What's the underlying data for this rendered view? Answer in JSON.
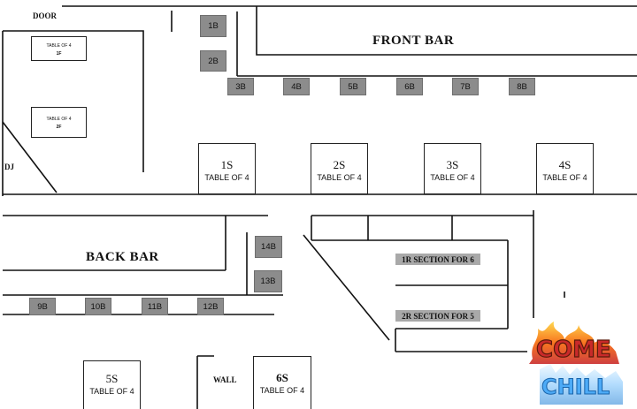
{
  "labels": {
    "door": "DOOR",
    "dj": "DJ",
    "front_bar": "FRONT BAR",
    "back_bar": "BACK BAR",
    "wall": "WALL"
  },
  "dj_tables": [
    {
      "name": "TABLE OF 4",
      "code": "1F"
    },
    {
      "name": "TABLE OF 4",
      "code": "2F"
    }
  ],
  "bar_stools": [
    "1B",
    "2B",
    "3B",
    "4B",
    "5B",
    "6B",
    "7B",
    "8B",
    "9B",
    "10B",
    "11B",
    "12B",
    "13B",
    "14B"
  ],
  "tables": [
    {
      "name": "1S",
      "sub": "TABLE OF 4"
    },
    {
      "name": "2S",
      "sub": "TABLE OF 4"
    },
    {
      "name": "3S",
      "sub": "TABLE OF 4"
    },
    {
      "name": "4S",
      "sub": "TABLE OF 4"
    },
    {
      "name": "5S",
      "sub": "TABLE OF 4"
    },
    {
      "name": "6S",
      "sub": "TABLE OF 4"
    }
  ],
  "sections": [
    {
      "label": "1R SECTION FOR 6"
    },
    {
      "label": "2R SECTION FOR 5"
    }
  ],
  "logo": {
    "line1": "COME",
    "line2": "CHILL",
    "colors": {
      "fire": "#e8590c",
      "ice": "#7cc6f0"
    }
  },
  "colors": {
    "stool": "#8c8c8c",
    "section": "#a9a9a9",
    "line": "#111111"
  }
}
